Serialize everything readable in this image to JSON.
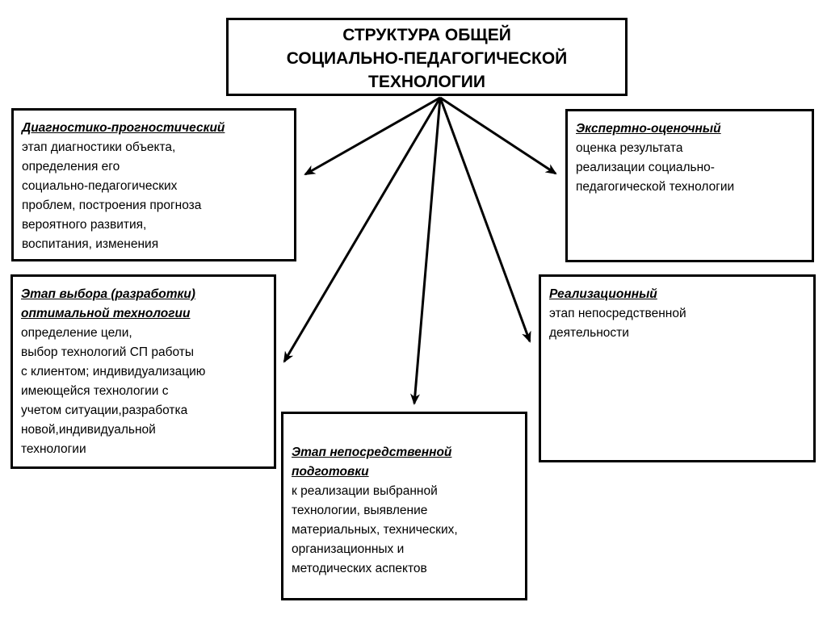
{
  "title": {
    "lines": [
      "СТРУКТУРА ОБЩЕЙ",
      "СОЦИАЛЬНО-ПЕДАГОГИЧЕСКОЙ",
      "ТЕХНОЛОГИИ"
    ]
  },
  "stages": {
    "diagnostic": {
      "heading": "Диагностико-прогностический",
      "lines": [
        "этап диагностики объекта,",
        "определения его",
        "социально-педагогических",
        "проблем, построения прогноза",
        "вероятного развития,",
        "воспитания, изменения"
      ]
    },
    "expert": {
      "heading": "Экспертно-оценочный",
      "lines": [
        "оценка результата",
        "реализации социально-",
        "педагогической технологии"
      ]
    },
    "choice": {
      "heading_lines": [
        "Этап выбора (разработки)",
        "оптимальной технологии"
      ],
      "lines": [
        "определение цели,",
        "выбор технологий СП работы",
        "с клиентом; индивидуализацию",
        "имеющейся технологии с",
        "учетом ситуации,разработка",
        "новой,индивидуальной",
        "технологии"
      ]
    },
    "realization": {
      "heading": "Реализационный",
      "lines": [
        "этап непосредственной",
        "деятельности"
      ]
    },
    "preparation": {
      "heading_lines": [
        "Этап непосредственной",
        "подготовки"
      ],
      "lines": [
        "к реализации выбранной",
        "технологии, выявление",
        "материальных, технических,",
        "организационных и",
        "методических аспектов"
      ]
    }
  }
}
